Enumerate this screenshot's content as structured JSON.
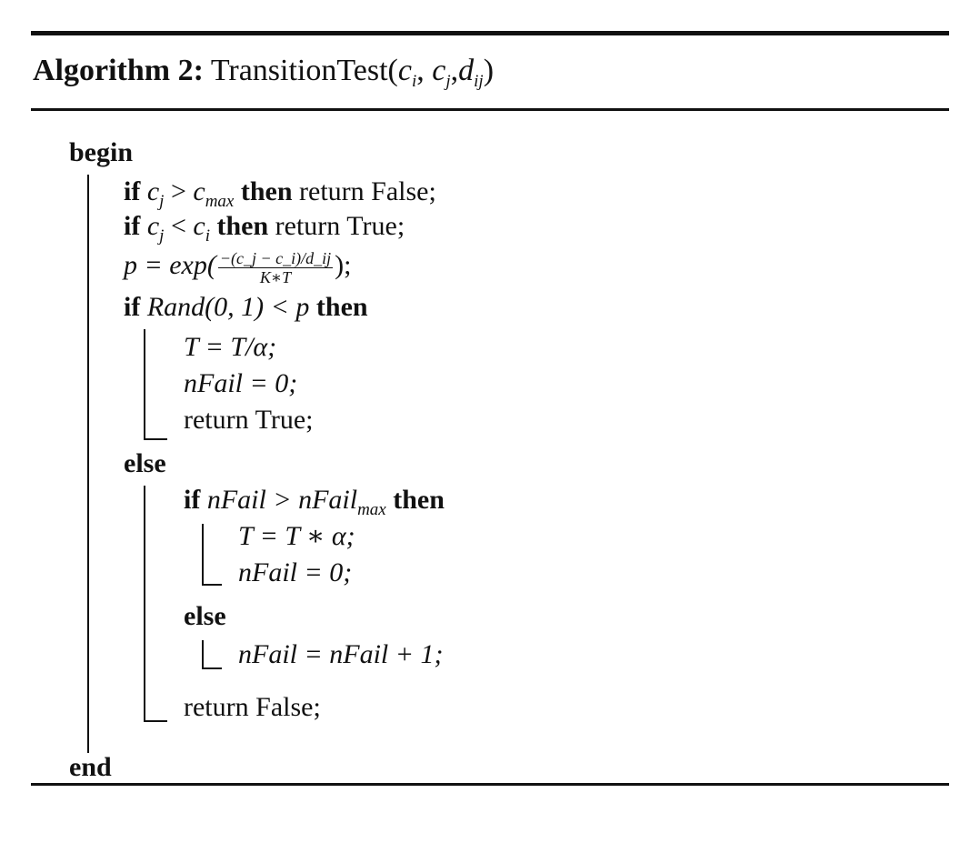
{
  "algorithm": {
    "label": "Algorithm 2:",
    "name": "TransitionTest",
    "params_open": "(",
    "param1": "c",
    "param1_sub": "i",
    "param_sep1": ", ",
    "param2": "c",
    "param2_sub": "j",
    "param_sep2": ",",
    "param3": "d",
    "param3_sub": "ij",
    "params_close": ")"
  },
  "body": {
    "begin": "begin",
    "end": "end",
    "l1": {
      "kw_if": "if",
      "lhs": "c",
      "lhs_sub": "j",
      "op": " > ",
      "rhs": "c",
      "rhs_sub": "max",
      "kw_then": "then",
      "tail": "return False;"
    },
    "l2": {
      "kw_if": "if",
      "lhs": "c",
      "lhs_sub": "j",
      "op": " < ",
      "rhs": "c",
      "rhs_sub": "i",
      "kw_then": "then",
      "tail": "return True;"
    },
    "l3": {
      "lhs": "p = exp(",
      "num": "−(c_j − c_i)/d_ij",
      "den": "K∗T",
      "tail": ");"
    },
    "l4": {
      "kw_if": "if",
      "expr": "Rand(0, 1) < p",
      "kw_then": "then"
    },
    "l5": "T = T/α;",
    "l6": "nFail = 0;",
    "l7": "return True;",
    "l8": "else",
    "l9": {
      "kw_if": "if",
      "expr": "nFail > nFail",
      "expr_sub": "max",
      "kw_then": "then"
    },
    "l10": "T = T ∗ α;",
    "l11": "nFail = 0;",
    "l12": "else",
    "l13": "nFail = nFail + 1;",
    "l14": "return False;"
  }
}
